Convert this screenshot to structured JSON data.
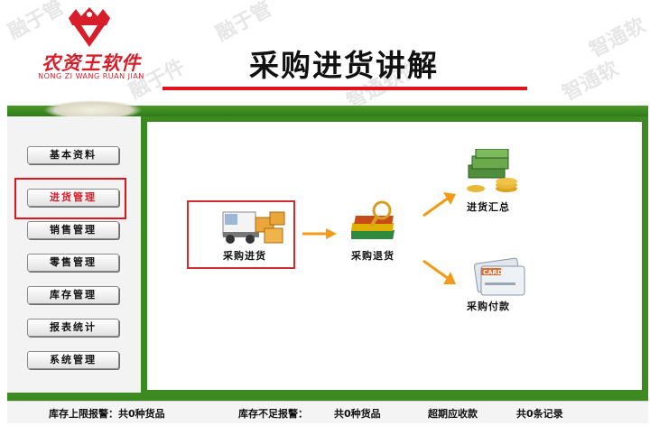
{
  "header": {
    "logo_text": "农资王软件",
    "logo_subtitle": "NONG ZI WANG RUAN JIAN",
    "title": "采购进货讲解"
  },
  "watermarks": [
    "融于管",
    "智通软",
    "融于件",
    "智通软件",
    "融于管",
    "智通软"
  ],
  "sidebar": {
    "items": [
      {
        "label": "基本资料"
      },
      {
        "label": "进货管理"
      },
      {
        "label": "销售管理"
      },
      {
        "label": "零售管理"
      },
      {
        "label": "库存管理"
      },
      {
        "label": "报表统计"
      },
      {
        "label": "系统管理"
      }
    ],
    "active_index": 1
  },
  "flow": {
    "purchase": "采购进货",
    "return": "采购退货",
    "summary": "进货汇总",
    "payment": "采购付款",
    "card_text": "CARD"
  },
  "status": {
    "upper_alert": "库存上限报警：共0种货品",
    "lower_alert": "库存不足报警：",
    "lower_count": "共0种货品",
    "receivable": "超期应收款",
    "records": "共0条记录"
  },
  "colors": {
    "accent_red": "#e0141c",
    "frame_green": "#3e8a22",
    "arrow_orange": "#f39a16"
  }
}
